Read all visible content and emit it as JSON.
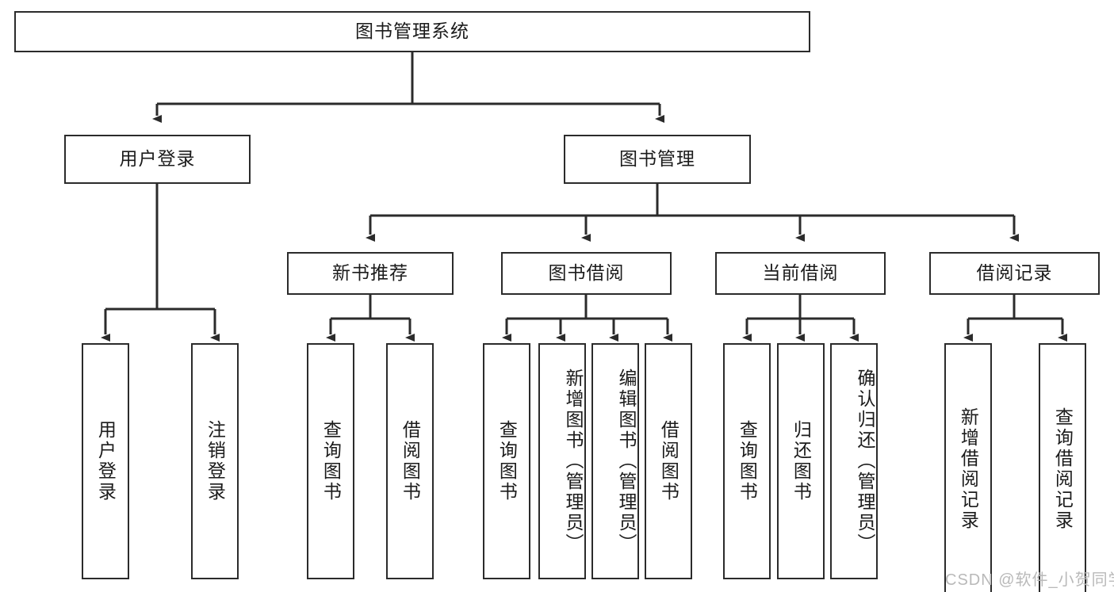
{
  "diagram": {
    "title": "图书管理系统",
    "type": "hierarchy-tree",
    "root": {
      "label": "图书管理系统"
    },
    "level2": [
      {
        "label": "用户登录"
      },
      {
        "label": "图书管理"
      }
    ],
    "level3": [
      {
        "label": "新书推荐"
      },
      {
        "label": "图书借阅"
      },
      {
        "label": "当前借阅"
      },
      {
        "label": "借阅记录"
      }
    ],
    "leaves": {
      "user_login": [
        {
          "label": "用户登录"
        },
        {
          "label": "注销登录"
        }
      ],
      "new_book_recommend": [
        {
          "label": "查询图书"
        },
        {
          "label": "借阅图书"
        }
      ],
      "book_borrow": [
        {
          "label": "查询图书"
        },
        {
          "label": "新增图书（管理员）"
        },
        {
          "label": "编辑图书（管理员）"
        },
        {
          "label": "借阅图书"
        }
      ],
      "current_borrow": [
        {
          "label": "查询图书"
        },
        {
          "label": "归还图书"
        },
        {
          "label": "确认归还（管理员）"
        }
      ],
      "borrow_record": [
        {
          "label": "新增借阅记录"
        },
        {
          "label": "查询借阅记录"
        }
      ]
    }
  },
  "watermark": {
    "text": "CSDN @软件_小贺同学"
  },
  "colors": {
    "stroke": "#2b2b2b",
    "fill": "#ffffff",
    "text": "#1b1b1b",
    "watermark": "#b9b9b9"
  }
}
